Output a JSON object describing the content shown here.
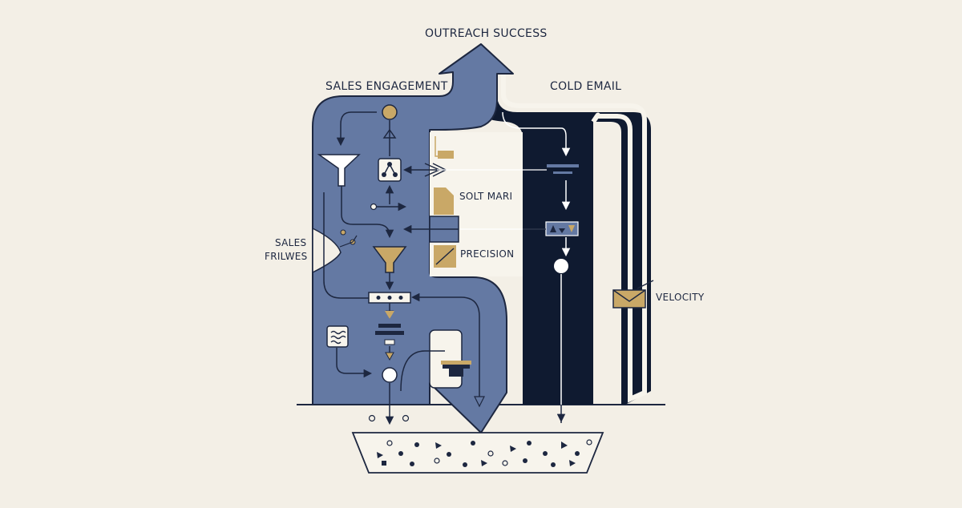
{
  "labels": {
    "title": "OUTREACH SUCCESS",
    "left_flow": "SALES ENGAGEMENT",
    "right_flow": "COLD EMAIL",
    "side_line1": "SALES",
    "side_line2": "FRILWES",
    "doc_label": "SOLT MARI",
    "precision": "PRECISION",
    "velocity": "VELOCITY"
  },
  "colors": {
    "background": "#f3efe6",
    "slate_blue": "#6479a3",
    "navy": "#0f1a30",
    "gold": "#c9a867",
    "light": "#f7f4ec"
  }
}
